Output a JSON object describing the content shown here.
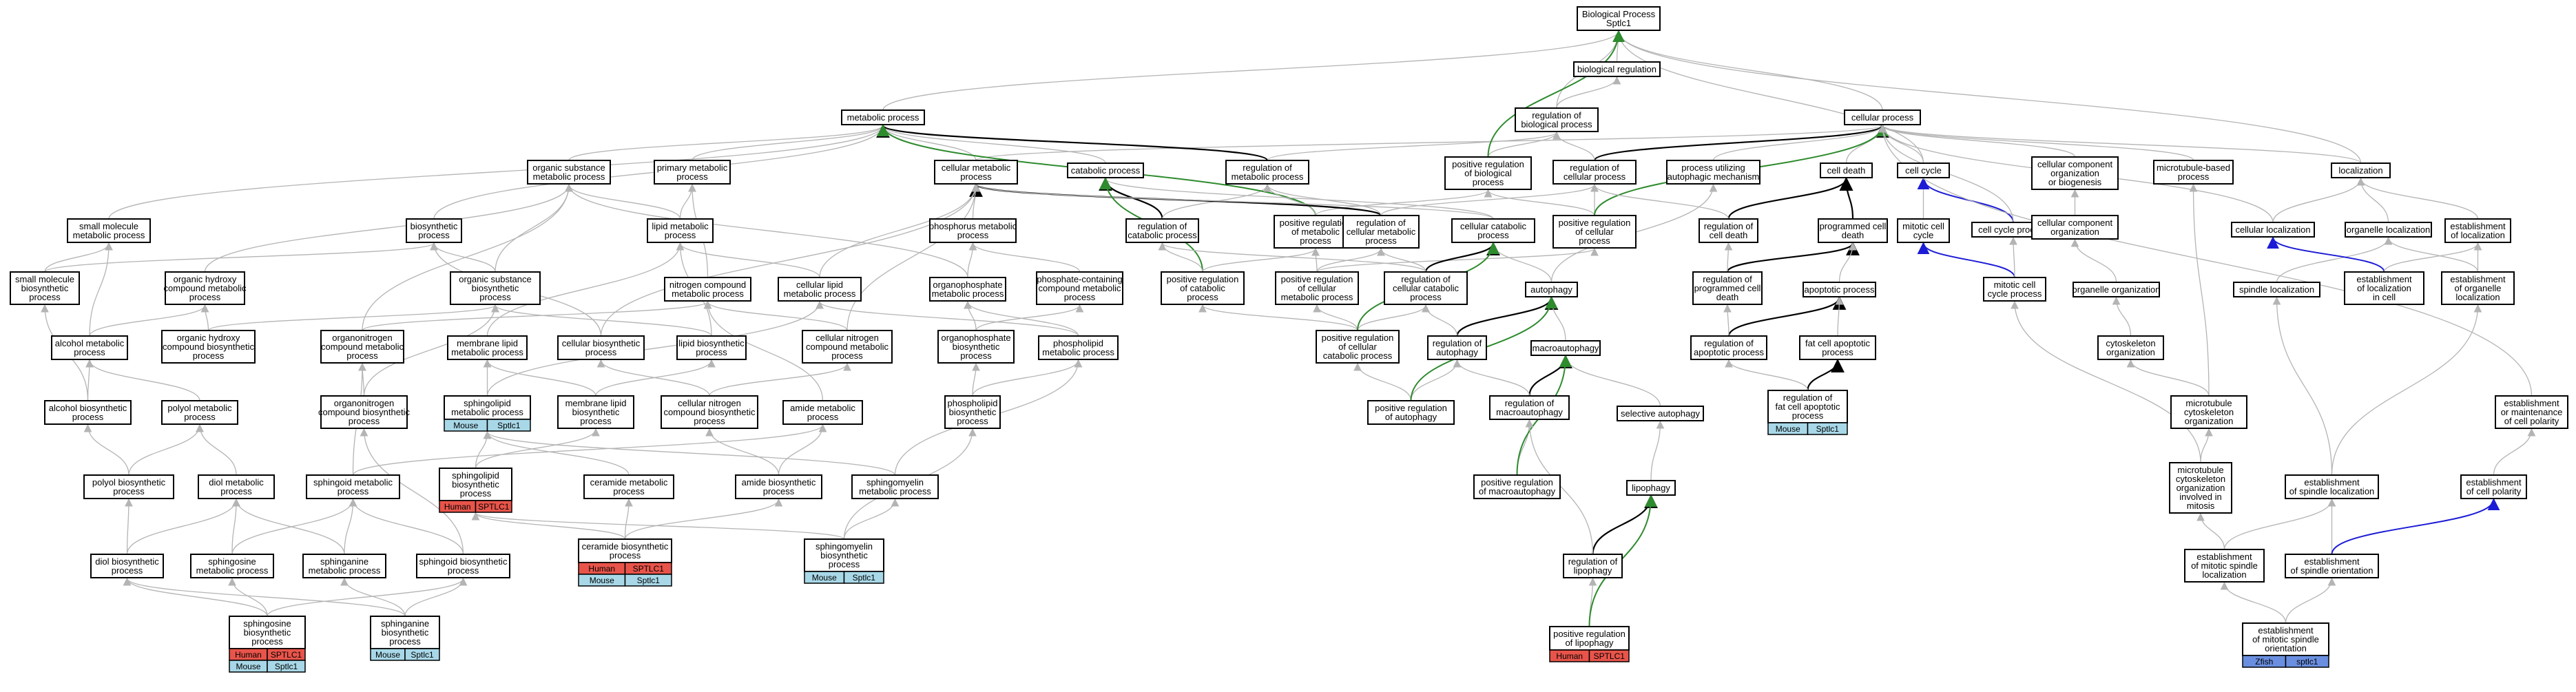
{
  "title": "Biological Process Sptlc1",
  "colors": {
    "edge_default": "#b4b4b4",
    "edge_negative": "#000000",
    "edge_positive": "#2e8b2e",
    "edge_partof": "#1c1cd6",
    "human": "#e8544a",
    "mouse": "#a8d8e8",
    "zfin": "#6a8fe0"
  },
  "nodes": [
    {
      "id": "root",
      "lines": [
        "Biological Process",
        "Sptlc1"
      ]
    },
    {
      "id": "bioreg",
      "lines": [
        "biological regulation"
      ]
    },
    {
      "id": "regbp",
      "lines": [
        "regulation of",
        "biological process"
      ]
    },
    {
      "id": "metab",
      "lines": [
        "metabolic process"
      ]
    },
    {
      "id": "cellproc",
      "lines": [
        "cellular process"
      ]
    },
    {
      "id": "orgsub",
      "lines": [
        "organic substance",
        "metabolic process"
      ]
    },
    {
      "id": "primet",
      "lines": [
        "primary metabolic",
        "process"
      ]
    },
    {
      "id": "cellmet",
      "lines": [
        "cellular metabolic",
        "process"
      ]
    },
    {
      "id": "catab",
      "lines": [
        "catabolic process"
      ]
    },
    {
      "id": "regmet",
      "lines": [
        "regulation of",
        "metabolic process"
      ]
    },
    {
      "id": "posregbp",
      "lines": [
        "positive regulation",
        "of biological",
        "process"
      ]
    },
    {
      "id": "regcell",
      "lines": [
        "regulation of",
        "cellular process"
      ]
    },
    {
      "id": "procauto",
      "lines": [
        "process utilizing",
        "autophagic mechanism"
      ]
    },
    {
      "id": "celldeath",
      "lines": [
        "cell death"
      ]
    },
    {
      "id": "cellcycle",
      "lines": [
        "cell cycle"
      ]
    },
    {
      "id": "cccorg",
      "lines": [
        "cellular component",
        "organization",
        "or biogenesis"
      ]
    },
    {
      "id": "mtbased",
      "lines": [
        "microtubule-based",
        "process"
      ]
    },
    {
      "id": "localiz",
      "lines": [
        "localization"
      ]
    },
    {
      "id": "smallmol",
      "lines": [
        "small molecule",
        "metabolic process"
      ]
    },
    {
      "id": "biosyn",
      "lines": [
        "biosynthetic",
        "process"
      ]
    },
    {
      "id": "lipidmet",
      "lines": [
        "lipid metabolic",
        "process"
      ]
    },
    {
      "id": "phosmet",
      "lines": [
        "phosphorus metabolic",
        "process"
      ]
    },
    {
      "id": "regcatab",
      "lines": [
        "regulation of",
        "catabolic process"
      ]
    },
    {
      "id": "posregmet",
      "lines": [
        "positive regulation",
        "of metabolic",
        "process"
      ]
    },
    {
      "id": "regcellmet",
      "lines": [
        "regulation of",
        "cellular metabolic",
        "process"
      ]
    },
    {
      "id": "cellcatab",
      "lines": [
        "cellular catabolic",
        "process"
      ]
    },
    {
      "id": "posregcell",
      "lines": [
        "positive regulation",
        "of cellular",
        "process"
      ]
    },
    {
      "id": "regcelldeath",
      "lines": [
        "regulation of",
        "cell death"
      ]
    },
    {
      "id": "pcd",
      "lines": [
        "programmed cell",
        "death"
      ]
    },
    {
      "id": "mitcc",
      "lines": [
        "mitotic cell",
        "cycle"
      ]
    },
    {
      "id": "ccproc",
      "lines": [
        "cell cycle process"
      ]
    },
    {
      "id": "cccorg2",
      "lines": [
        "cellular component",
        "organization"
      ]
    },
    {
      "id": "cellloc",
      "lines": [
        "cellular localization"
      ]
    },
    {
      "id": "orgloc",
      "lines": [
        "organelle localization"
      ]
    },
    {
      "id": "estloc",
      "lines": [
        "establishment",
        "of localization"
      ]
    },
    {
      "id": "smbio",
      "lines": [
        "small molecule",
        "biosynthetic",
        "process"
      ]
    },
    {
      "id": "ohcmp",
      "lines": [
        "organic hydroxy",
        "compound metabolic",
        "process"
      ]
    },
    {
      "id": "osbio",
      "lines": [
        "organic substance",
        "biosynthetic",
        "process"
      ]
    },
    {
      "id": "ncmp",
      "lines": [
        "nitrogen compound",
        "metabolic process"
      ]
    },
    {
      "id": "clipid",
      "lines": [
        "cellular lipid",
        "metabolic process"
      ]
    },
    {
      "id": "orgphos",
      "lines": [
        "organophosphate",
        "metabolic process"
      ]
    },
    {
      "id": "phcmp",
      "lines": [
        "phosphate-containing",
        "compound metabolic",
        "process"
      ]
    },
    {
      "id": "posregcatab",
      "lines": [
        "positive regulation",
        "of catabolic",
        "process"
      ]
    },
    {
      "id": "posregcellmet",
      "lines": [
        "positive regulation",
        "of cellular",
        "metabolic process"
      ]
    },
    {
      "id": "regcellcatab",
      "lines": [
        "regulation of",
        "cellular catabolic",
        "process"
      ]
    },
    {
      "id": "autophagy",
      "lines": [
        "autophagy"
      ]
    },
    {
      "id": "regpcd",
      "lines": [
        "regulation of",
        "programmed cell",
        "death"
      ]
    },
    {
      "id": "apoproc",
      "lines": [
        "apoptotic process"
      ]
    },
    {
      "id": "mitccproc",
      "lines": [
        "mitotic cell",
        "cycle process"
      ]
    },
    {
      "id": "orgorg",
      "lines": [
        "organelle organization"
      ]
    },
    {
      "id": "spindleloc",
      "lines": [
        "spindle localization"
      ]
    },
    {
      "id": "estlocincell",
      "lines": [
        "establishment",
        "of localization",
        "in cell"
      ]
    },
    {
      "id": "estorgloc",
      "lines": [
        "establishment",
        "of organelle",
        "localization"
      ]
    },
    {
      "id": "alcmet",
      "lines": [
        "alcohol metabolic",
        "process"
      ]
    },
    {
      "id": "ohcbio",
      "lines": [
        "organic hydroxy",
        "compound biosynthetic",
        "process"
      ]
    },
    {
      "id": "onitro",
      "lines": [
        "organonitrogen",
        "compound metabolic",
        "process"
      ]
    },
    {
      "id": "memlipid",
      "lines": [
        "membrane lipid",
        "metabolic process"
      ]
    },
    {
      "id": "cellbio",
      "lines": [
        "cellular biosynthetic",
        "process"
      ]
    },
    {
      "id": "lipidbio",
      "lines": [
        "lipid biosynthetic",
        "process"
      ]
    },
    {
      "id": "cncmp",
      "lines": [
        "cellular nitrogen",
        "compound metabolic",
        "process"
      ]
    },
    {
      "id": "orgphosbio",
      "lines": [
        "organophosphate",
        "biosynthetic",
        "process"
      ]
    },
    {
      "id": "phlipid",
      "lines": [
        "phospholipid",
        "metabolic process"
      ]
    },
    {
      "id": "posregcellcatab",
      "lines": [
        "positive regulation",
        "of cellular",
        "catabolic process"
      ]
    },
    {
      "id": "regauto",
      "lines": [
        "regulation of",
        "autophagy"
      ]
    },
    {
      "id": "macroauto",
      "lines": [
        "macroautophagy"
      ]
    },
    {
      "id": "regapo",
      "lines": [
        "regulation of",
        "apoptotic process"
      ]
    },
    {
      "id": "fatapo",
      "lines": [
        "fat cell apoptotic",
        "process"
      ]
    },
    {
      "id": "cytoorg",
      "lines": [
        "cytoskeleton",
        "organization"
      ]
    },
    {
      "id": "alcbio",
      "lines": [
        "alcohol biosynthetic",
        "process"
      ]
    },
    {
      "id": "polyolmet",
      "lines": [
        "polyol metabolic",
        "process"
      ]
    },
    {
      "id": "onitrobio",
      "lines": [
        "organonitrogen",
        "compound biosynthetic",
        "process"
      ]
    },
    {
      "id": "sphlipid",
      "lines": [
        "sphingolipid",
        "metabolic process"
      ],
      "tags": [
        [
          [
            "Mouse",
            "mouse"
          ],
          [
            "Sptlc1",
            "mouse"
          ]
        ]
      ]
    },
    {
      "id": "memlipidbio",
      "lines": [
        "membrane lipid",
        "biosynthetic",
        "process"
      ]
    },
    {
      "id": "cncbio",
      "lines": [
        "cellular nitrogen",
        "compound biosynthetic",
        "process"
      ]
    },
    {
      "id": "amidemet",
      "lines": [
        "amide metabolic",
        "process"
      ]
    },
    {
      "id": "phlipidbio",
      "lines": [
        "phospholipid",
        "biosynthetic",
        "process"
      ]
    },
    {
      "id": "posregauto",
      "lines": [
        "positive regulation",
        "of autophagy"
      ]
    },
    {
      "id": "regmacro",
      "lines": [
        "regulation of",
        "macroautophagy"
      ]
    },
    {
      "id": "selauto",
      "lines": [
        "selective autophagy"
      ]
    },
    {
      "id": "regfatapo",
      "lines": [
        "regulation of",
        "fat cell apoptotic",
        "process"
      ],
      "tags": [
        [
          [
            "Mouse",
            "mouse"
          ],
          [
            "Sptlc1",
            "mouse"
          ]
        ]
      ]
    },
    {
      "id": "mtcyto",
      "lines": [
        "microtubule",
        "cytoskeleton",
        "organization"
      ]
    },
    {
      "id": "estcellpol",
      "lines": [
        "establishment",
        "or maintenance",
        "of cell polarity"
      ]
    },
    {
      "id": "polyolbio",
      "lines": [
        "polyol biosynthetic",
        "process"
      ]
    },
    {
      "id": "diolmet",
      "lines": [
        "diol metabolic",
        "process"
      ]
    },
    {
      "id": "sphingoidmet",
      "lines": [
        "sphingoid metabolic",
        "process"
      ]
    },
    {
      "id": "sphlipidbio",
      "lines": [
        "sphingolipid",
        "biosynthetic",
        "process"
      ],
      "tags": [
        [
          [
            "Human",
            "human"
          ],
          [
            "SPTLC1",
            "human"
          ]
        ]
      ]
    },
    {
      "id": "ceramet",
      "lines": [
        "ceramide metabolic",
        "process"
      ]
    },
    {
      "id": "amidebio",
      "lines": [
        "amide biosynthetic",
        "process"
      ]
    },
    {
      "id": "sphmyelmet",
      "lines": [
        "sphingomyelin",
        "metabolic process"
      ]
    },
    {
      "id": "posregmacro",
      "lines": [
        "positive regulation",
        "of macroautophagy"
      ]
    },
    {
      "id": "lipophagy",
      "lines": [
        "lipophagy"
      ]
    },
    {
      "id": "mtinmitosis",
      "lines": [
        "microtubule",
        "cytoskeleton",
        "organization",
        "involved in",
        "mitosis"
      ]
    },
    {
      "id": "estspindleloc",
      "lines": [
        "establishment",
        "of spindle localization"
      ]
    },
    {
      "id": "estcellpol2",
      "lines": [
        "establishment",
        "of cell polarity"
      ]
    },
    {
      "id": "diolbio",
      "lines": [
        "diol biosynthetic",
        "process"
      ]
    },
    {
      "id": "sphingosinemet",
      "lines": [
        "sphingosine",
        "metabolic process"
      ]
    },
    {
      "id": "sphinganinemet",
      "lines": [
        "sphinganine",
        "metabolic process"
      ]
    },
    {
      "id": "sphingoidbio",
      "lines": [
        "sphingoid biosynthetic",
        "process"
      ]
    },
    {
      "id": "cerabio",
      "lines": [
        "ceramide biosynthetic",
        "process"
      ],
      "tags": [
        [
          [
            "Human",
            "human"
          ],
          [
            "SPTLC1",
            "human"
          ]
        ],
        [
          [
            "Mouse",
            "mouse"
          ],
          [
            "Sptlc1",
            "mouse"
          ]
        ]
      ]
    },
    {
      "id": "sphmyelbio",
      "lines": [
        "sphingomyelin",
        "biosynthetic",
        "process"
      ],
      "tags": [
        [
          [
            "Mouse",
            "mouse"
          ],
          [
            "Sptlc1",
            "mouse"
          ]
        ]
      ]
    },
    {
      "id": "reglipophagy",
      "lines": [
        "regulation of",
        "lipophagy"
      ]
    },
    {
      "id": "estmitspindleloc",
      "lines": [
        "establishment",
        "of mitotic spindle",
        "localization"
      ]
    },
    {
      "id": "estspindleori",
      "lines": [
        "establishment",
        "of spindle orientation"
      ]
    },
    {
      "id": "sphingosinebio",
      "lines": [
        "sphingosine",
        "biosynthetic",
        "process"
      ],
      "tags": [
        [
          [
            "Human",
            "human"
          ],
          [
            "SPTLC1",
            "human"
          ]
        ],
        [
          [
            "Mouse",
            "mouse"
          ],
          [
            "Sptlc1",
            "mouse"
          ]
        ]
      ]
    },
    {
      "id": "sphinganinebio",
      "lines": [
        "sphinganine",
        "biosynthetic",
        "process"
      ],
      "tags": [
        [
          [
            "Mouse",
            "mouse"
          ],
          [
            "Sptlc1",
            "mouse"
          ]
        ]
      ]
    },
    {
      "id": "posreglipophagy",
      "lines": [
        "positive regulation",
        "of lipophagy"
      ],
      "tags": [
        [
          [
            "Human",
            "human"
          ],
          [
            "SPTLC1",
            "human"
          ]
        ]
      ]
    },
    {
      "id": "estmitspindleori",
      "lines": [
        "establishment",
        "of mitotic spindle",
        "orientation"
      ],
      "tags": [
        [
          [
            "Zfish",
            "zfin"
          ],
          [
            "sptlc1",
            "zfin"
          ]
        ]
      ]
    }
  ]
}
